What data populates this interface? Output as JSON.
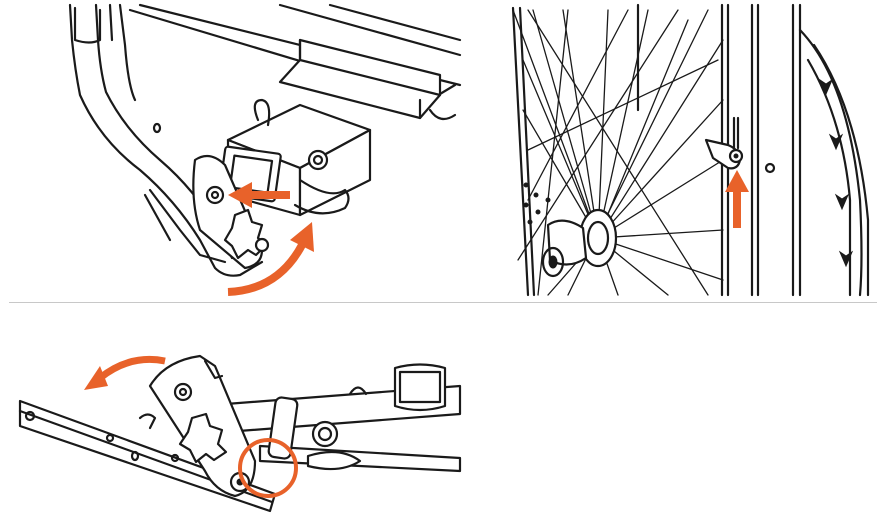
{
  "figure": {
    "panels": [
      {
        "id": "a",
        "subject": "bike-rack-hitch-pivot-release",
        "arrows": [
          "straight-arrow-left",
          "curved-arrow-up"
        ]
      },
      {
        "id": "b",
        "subject": "wheel-holder-latch-release",
        "arrows": [
          "straight-arrow-up"
        ]
      },
      {
        "id": "c",
        "subject": "rack-tilt-down-pivot",
        "arrows": [
          "curved-arrow-left"
        ],
        "highlight": "pivot-pin-circle"
      }
    ],
    "colors": {
      "line": "#1a1a1a",
      "accent": "#e8622a",
      "divider": "#c8c8c8",
      "background": "#ffffff"
    }
  }
}
